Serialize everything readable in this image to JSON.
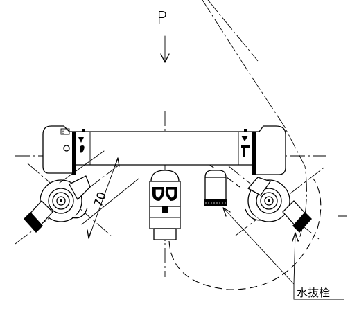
{
  "labels": {
    "direction": "P",
    "dimension": "70",
    "drain_plug": "水抜栓"
  }
}
